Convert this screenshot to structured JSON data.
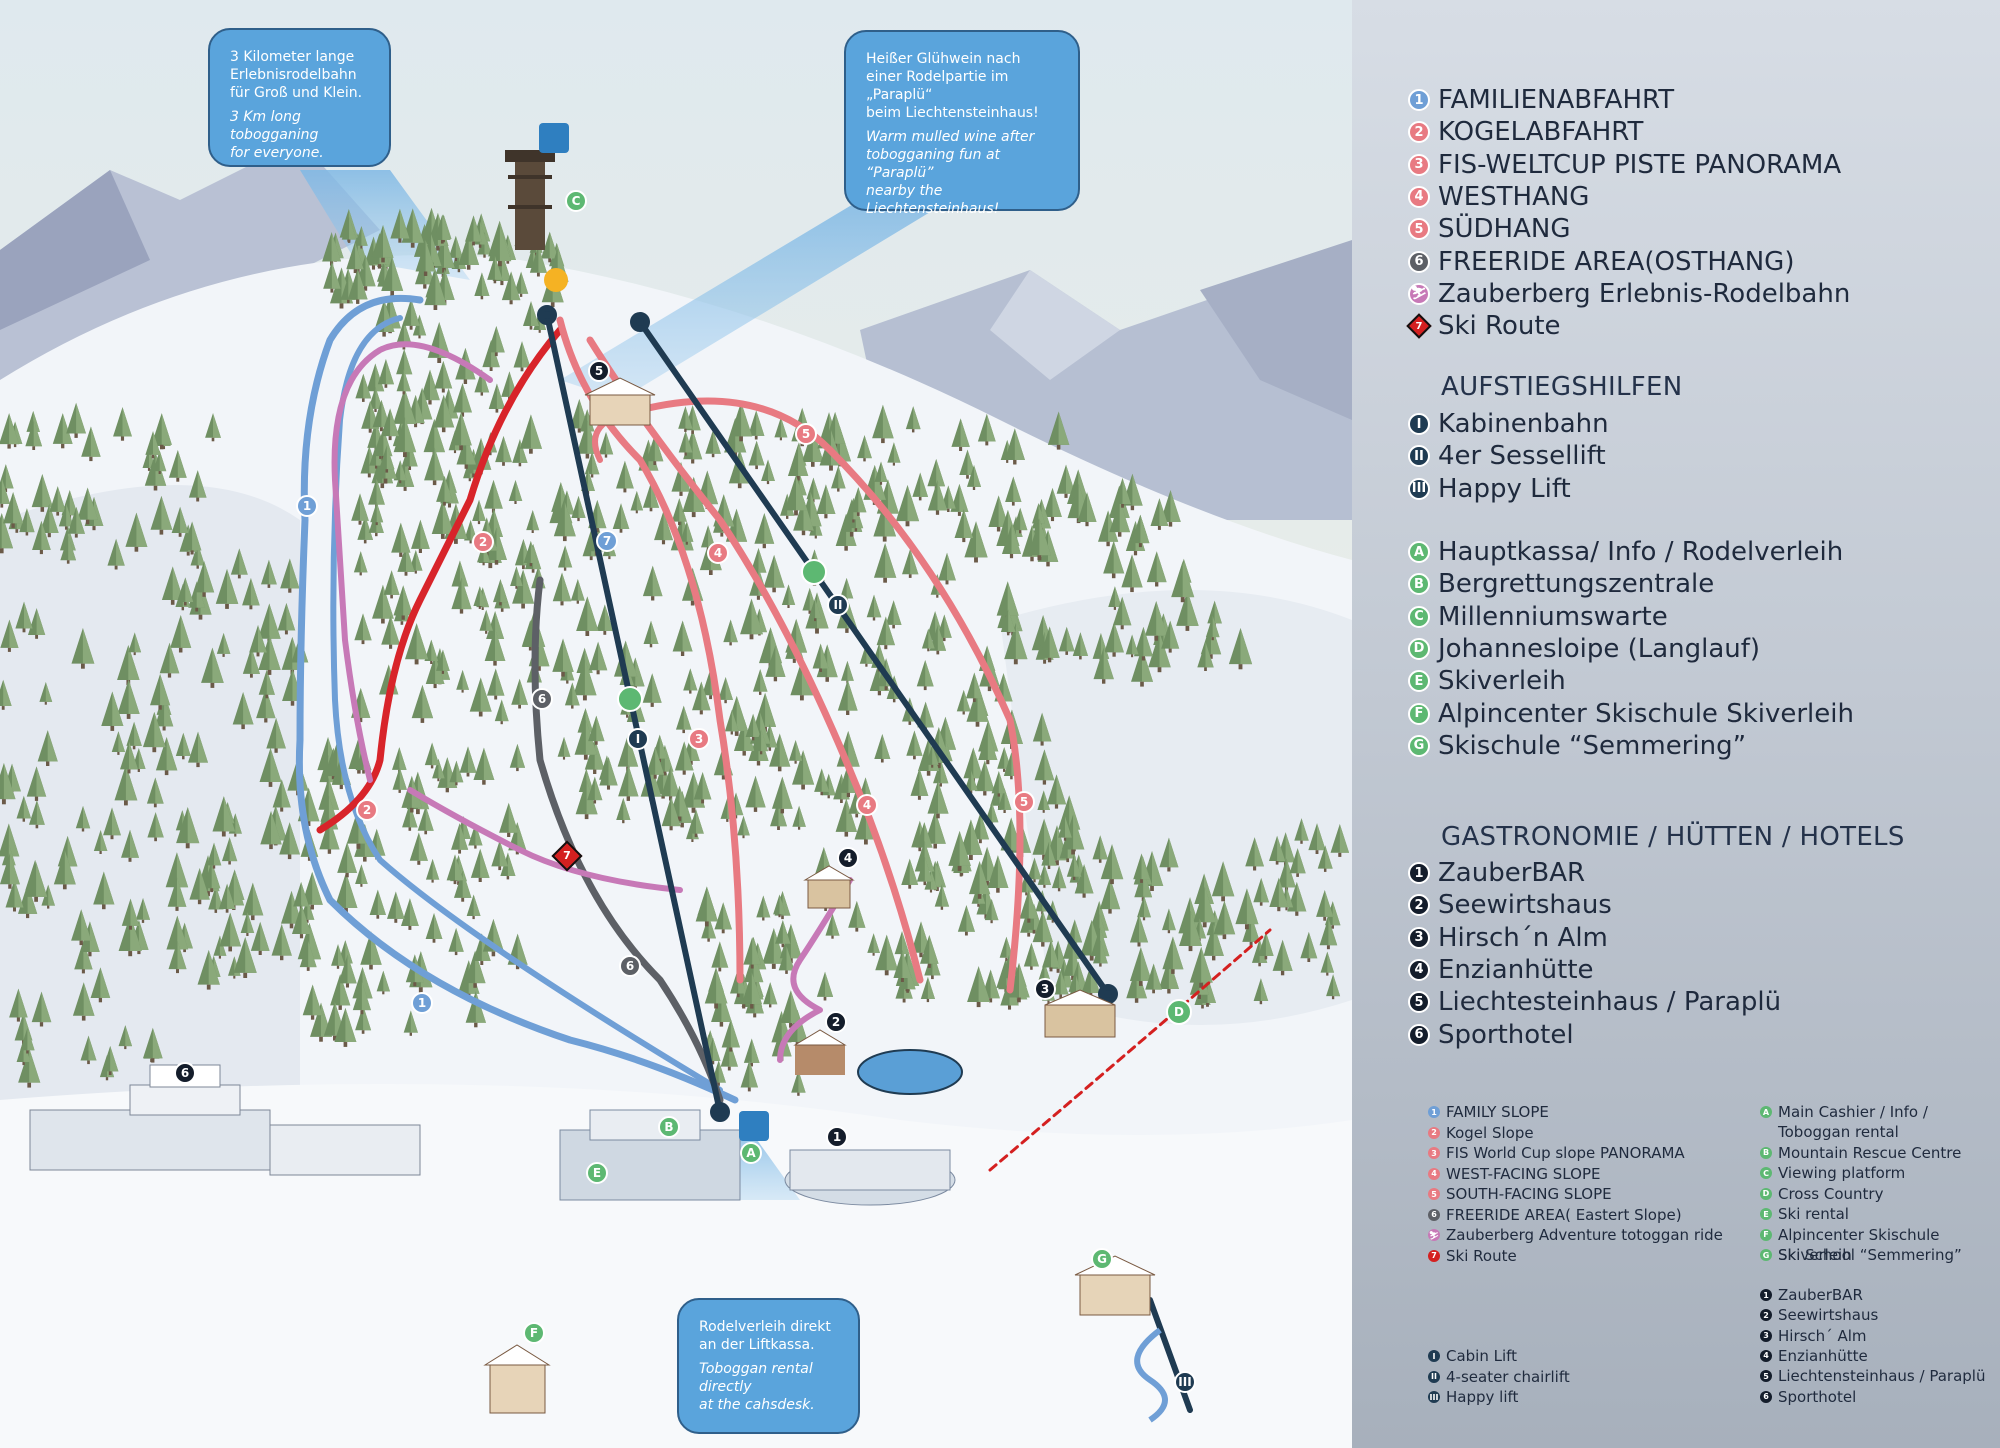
{
  "colors": {
    "family": "#6f9fd6",
    "kogel": "#d8242a",
    "red_light": "#e87a82",
    "freeride": "#5d6066",
    "rodel": "#c779b7",
    "route": "#d42020",
    "lift": "#1f3b52",
    "service": "#5db872",
    "hotel": "#141d2b"
  },
  "bubbles": {
    "rodelbahn": {
      "de": "3 Kilometer lange\nErlebnisrodelbahn\nfür Groß und Klein.",
      "en": "3 Km long tobogganing\nfor everyone."
    },
    "gluehwein": {
      "de": "Heißer Glühwein nach\neiner Rodelpartie im „Paraplü“\nbeim Liechtensteinhaus!",
      "en": "Warm mulled wine after\ntobogganing fun at “Paraplü”\nnearby the Liechtensteinhaus!"
    },
    "rodelverleih": {
      "de": "Rodelverleih direkt\nan der Liftkassa.",
      "en": "Toboggan rental directly\nat the cahsdesk."
    }
  },
  "legend": {
    "pistes": [
      {
        "n": "1",
        "label": "FAMILIENABFAHRT",
        "color": "#6f9fd6"
      },
      {
        "n": "2",
        "label": "KOGELABFAHRT",
        "color": "#e87a82"
      },
      {
        "n": "3",
        "label": "FIS-WELTCUP PISTE PANORAMA",
        "color": "#e87a82"
      },
      {
        "n": "4",
        "label": "WESTHANG",
        "color": "#e87a82"
      },
      {
        "n": "5",
        "label": "SÜDHANG",
        "color": "#e87a82"
      },
      {
        "n": "6",
        "label": "FREERIDE AREA(OSTHANG)",
        "color": "#5d6066"
      },
      {
        "n": "⛷",
        "label": "Zauberberg Erlebnis-Rodelbahn",
        "color": "#c779b7"
      },
      {
        "n": "7",
        "label": "Ski Route",
        "color": "#d42020",
        "diamond": true
      }
    ],
    "lifts_title": "AUFSTIEGSHILFEN",
    "lifts": [
      {
        "n": "I",
        "label": "Kabinenbahn"
      },
      {
        "n": "II",
        "label": "4er Sessellift"
      },
      {
        "n": "III",
        "label": "Happy Lift"
      }
    ],
    "services": [
      {
        "n": "A",
        "label": "Hauptkassa/ Info / Rodelverleih"
      },
      {
        "n": "B",
        "label": "Bergrettungszentrale"
      },
      {
        "n": "C",
        "label": "Millenniumswarte"
      },
      {
        "n": "D",
        "label": "Johannesloipe (Langlauf)"
      },
      {
        "n": "E",
        "label": "Skiverleih"
      },
      {
        "n": "F",
        "label": "Alpincenter Skischule Skiverleih"
      },
      {
        "n": "G",
        "label": "Skischule “Semmering”"
      }
    ],
    "gastro_title": "GASTRONOMIE / HÜTTEN / HOTELS",
    "gastro": [
      {
        "n": "1",
        "label": "ZauberBAR"
      },
      {
        "n": "2",
        "label": "Seewirtshaus"
      },
      {
        "n": "3",
        "label": "Hirsch´n Alm"
      },
      {
        "n": "4",
        "label": "Enzianhütte"
      },
      {
        "n": "5",
        "label": "Liechtesteinhaus / Paraplü"
      },
      {
        "n": "6",
        "label": "Sporthotel"
      }
    ]
  },
  "english_legend": {
    "slopes": [
      {
        "n": "1",
        "label": "FAMILY SLOPE",
        "color": "#6f9fd6"
      },
      {
        "n": "2",
        "label": "Kogel Slope",
        "color": "#e87a82"
      },
      {
        "n": "3",
        "label": "FIS World Cup slope PANORAMA",
        "color": "#e87a82"
      },
      {
        "n": "4",
        "label": "WEST-FACING SLOPE",
        "color": "#e87a82"
      },
      {
        "n": "5",
        "label": "SOUTH-FACING SLOPE",
        "color": "#e87a82"
      },
      {
        "n": "6",
        "label": "FREERIDE AREA( Eastert Slope)",
        "color": "#5d6066"
      },
      {
        "n": "⛷",
        "label": "Zauberberg Adventure totoggan ride",
        "color": "#c779b7"
      },
      {
        "n": "7",
        "label": "Ski Route",
        "color": "#d42020"
      }
    ],
    "services": [
      {
        "n": "A",
        "label": "Main Cashier / Info /\nToboggan rental"
      },
      {
        "n": "B",
        "label": "Mountain Rescue Centre"
      },
      {
        "n": "C",
        "label": "Viewing platform"
      },
      {
        "n": "D",
        "label": "Cross Country"
      },
      {
        "n": "E",
        "label": "Ski rental"
      },
      {
        "n": "F",
        "label": "Alpincenter Skischule Skiverleih"
      },
      {
        "n": "G",
        "label": "Ski School “Semmering”"
      }
    ],
    "gastro": [
      {
        "n": "1",
        "label": "ZauberBAR"
      },
      {
        "n": "2",
        "label": "Seewirtshaus"
      },
      {
        "n": "3",
        "label": "Hirsch´ Alm"
      },
      {
        "n": "4",
        "label": "Enzianhütte"
      },
      {
        "n": "5",
        "label": "Liechtensteinhaus / Paraplü"
      },
      {
        "n": "6",
        "label": "Sporthotel"
      }
    ],
    "lifts": [
      {
        "n": "I",
        "label": "Cabin Lift"
      },
      {
        "n": "II",
        "label": "4-seater chairlift"
      },
      {
        "n": "III",
        "label": "Happy lift"
      }
    ]
  },
  "map_markers": {
    "family": [
      "1",
      "1"
    ],
    "kogel": [
      "2",
      "2"
    ],
    "fis": [
      "3"
    ],
    "west": [
      "4",
      "4"
    ],
    "south": [
      "5",
      "5"
    ],
    "freeride": [
      "6",
      "6"
    ],
    "route": "7",
    "piste7": "7",
    "lifts": [
      "I",
      "II",
      "III"
    ],
    "services": [
      "A",
      "B",
      "C",
      "D",
      "E",
      "F",
      "G"
    ],
    "gastro": [
      "1",
      "2",
      "3",
      "4",
      "5",
      "6"
    ]
  }
}
